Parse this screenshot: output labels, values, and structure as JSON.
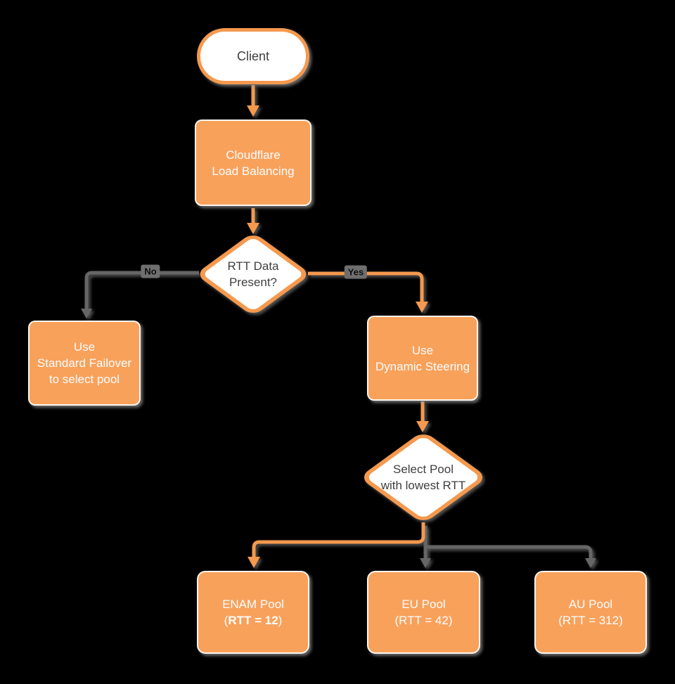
{
  "diagram": {
    "type": "flowchart",
    "colors": {
      "background": "#000000",
      "orange_fill": "#F8A15B",
      "orange_stroke": "#F5994E",
      "gray_edge": "#666666",
      "light_text": "#FDFDFD",
      "dark_text": "#3F3F3F"
    },
    "nodes": {
      "client": {
        "label": "Client"
      },
      "cloudflare_lb": {
        "label": "Cloudflare\nLoad Balancing"
      },
      "rtt_decision": {
        "label": "RTT Data\nPresent?"
      },
      "standard_failover": {
        "label": "Use\nStandard Failover\nto select pool"
      },
      "dynamic_steering": {
        "label": "Use\nDynamic Steering"
      },
      "select_pool_decision": {
        "label": "Select Pool\nwith lowest RTT"
      },
      "enam_pool": {
        "name": "ENAM Pool",
        "rtt_open": "(",
        "rtt_bold": "RTT = 12",
        "rtt_close": ")"
      },
      "eu_pool": {
        "name": "EU Pool",
        "rtt": "(RTT = 42)"
      },
      "au_pool": {
        "name": "AU Pool",
        "rtt": "(RTT = 312)"
      }
    },
    "edges": {
      "no_label": "No",
      "yes_label": "Yes"
    }
  }
}
